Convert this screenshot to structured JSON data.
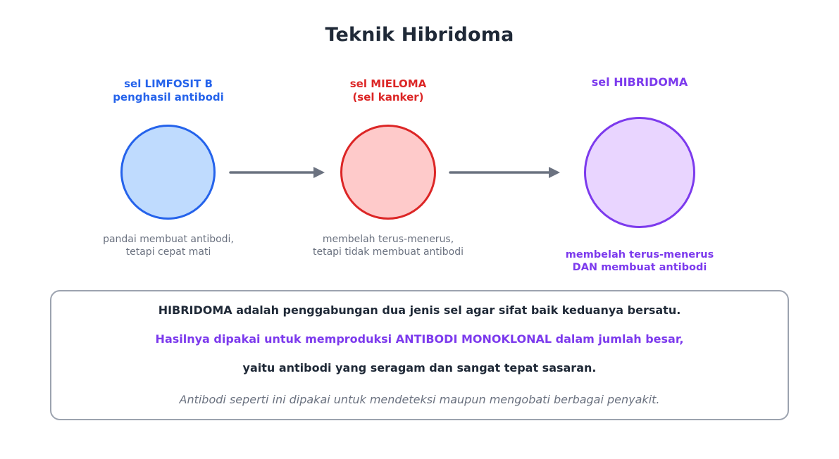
{
  "title": "Teknik Hibridoma",
  "colors": {
    "limfosit_fill": "#bfdbfe",
    "limfosit_stroke": "#2563eb",
    "mieloma_fill": "#fecaca",
    "mieloma_stroke": "#dc2626",
    "hibridoma_fill": "#e9d5ff",
    "hibridoma_stroke": "#7c3aed",
    "arrow": "#6b7280"
  },
  "cells": {
    "limfosit": {
      "label_line1": "sel LIMFOSIT B",
      "label_line2": "penghasil antibodi",
      "desc_line1": "pandai membuat antibodi,",
      "desc_line2": "tetapi cepat mati"
    },
    "mieloma": {
      "label_line1": "sel MIELOMA",
      "label_line2": "(sel kanker)",
      "desc_line1": "membelah terus-menerus,",
      "desc_line2": "tetapi tidak membuat antibodi"
    },
    "hibridoma": {
      "label_line1": "sel HIBRIDOMA",
      "desc_line1": "membelah terus-menerus",
      "desc_line2": "DAN membuat antibodi"
    }
  },
  "summary": {
    "line1": "HIBRIDOMA adalah penggabungan dua jenis sel agar sifat baik keduanya bersatu.",
    "line2": "Hasilnya dipakai untuk memproduksi ANTIBODI MONOKLONAL dalam jumlah besar,",
    "line3": "yaitu antibodi yang seragam dan sangat tepat sasaran.",
    "line4": "Antibodi seperti ini dipakai untuk mendeteksi maupun mengobati berbagai penyakit."
  }
}
